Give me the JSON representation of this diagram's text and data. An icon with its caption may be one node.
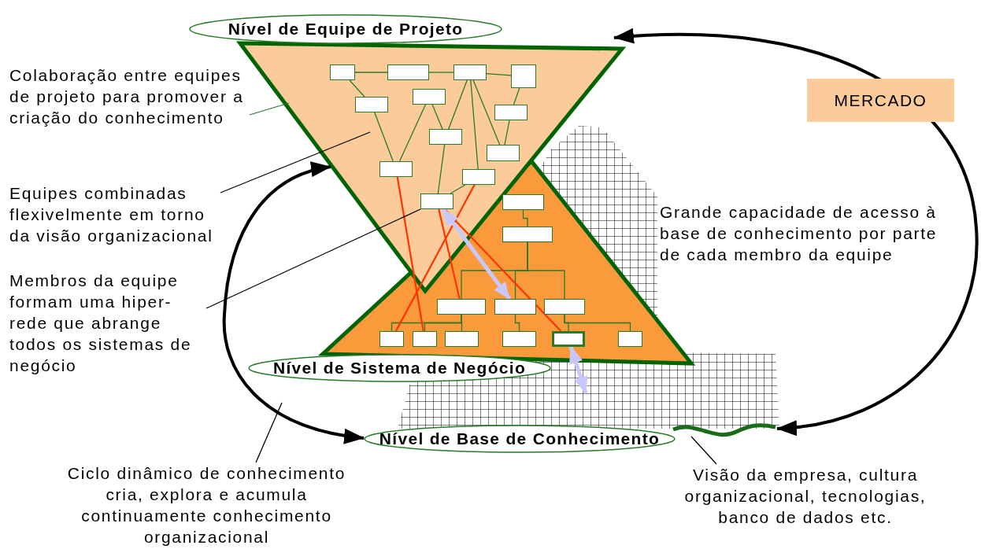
{
  "diagram": {
    "nodes": [
      {
        "text": [
          "Nível de Equipe de Projeto"
        ]
      },
      {
        "text": [
          "Colaboração entre equipes de projeto para promover a criação do conhecimento"
        ]
      },
      {
        "text": [
          "Equipes combinadas flexivelmente em torno da visão organizacional"
        ]
      },
      {
        "text": [
          "Membros da equipe formam uma hiper- rede que abrange todos os sistemas de negócio"
        ]
      },
      {
        "text": [],
        "shape": "box"
      },
      {
        "text": [],
        "shape": "box"
      },
      {
        "text": [],
        "shape": "box"
      },
      {
        "text": [],
        "shape": "box"
      },
      {
        "text": [],
        "shape": "box"
      },
      {
        "text": [],
        "shape": "box"
      },
      {
        "text": [],
        "shape": "box"
      },
      {
        "text": [],
        "shape": "box"
      },
      {
        "text": [],
        "shape": "box"
      },
      {
        "text": [],
        "shape": "box"
      },
      {
        "text": [],
        "shape": "box"
      },
      {
        "text": [],
        "shape": "box"
      },
      {
        "text": [
          "MERCADO"
        ]
      },
      {
        "text": [],
        "shape": "line"
      },
      {
        "text": [],
        "shape": "box"
      },
      {
        "text": [],
        "shape": "box"
      },
      {
        "text": [],
        "shape": "box"
      },
      {
        "text": [],
        "shape": "box"
      },
      {
        "text": [],
        "shape": "box"
      },
      {
        "text": [],
        "shape": "box"
      },
      {
        "text": [],
        "shape": "box"
      },
      {
        "text": [],
        "shape": "box"
      },
      {
        "text": [],
        "shape": "box"
      },
      {
        "text": [],
        "shape": "box"
      },
      {
        "text": [],
        "shape": "box"
      },
      {
        "text": [
          "Nível de Sistema de Negócio"
        ]
      },
      {
        "text": [
          "Nível de Base de Conhecimento"
        ]
      },
      {
        "text": [
          "Ciclo dinâmico de conhecimento cria, explora e acumula continuamente conhecimento organizacional"
        ]
      },
      {
        "text": [
          "Visão da empresa, cultura organizacional, tecnologias, banco de dados etc."
        ]
      }
    ],
    "edges": [
      {
        "from": 4,
        "to": 5,
        "arrow": "none"
      },
      {
        "from": 5,
        "to": 6,
        "arrow": "none"
      },
      {
        "from": 6,
        "to": 7,
        "arrow": "none"
      },
      {
        "from": 4,
        "to": 8,
        "arrow": "none"
      },
      {
        "from": 8,
        "to": 13,
        "arrow": "none"
      },
      {
        "from": 13,
        "to": 9,
        "arrow": "none"
      },
      {
        "from": 9,
        "to": 11,
        "arrow": "none"
      },
      {
        "from": 6,
        "to": 11,
        "arrow": "none"
      },
      {
        "from": 6,
        "to": 14,
        "arrow": "none"
      },
      {
        "from": 6,
        "to": 12,
        "arrow": "none"
      },
      {
        "from": 7,
        "to": 10,
        "arrow": "none"
      },
      {
        "from": 10,
        "to": 12,
        "arrow": "none"
      },
      {
        "from": 11,
        "to": 15,
        "arrow": "none"
      },
      {
        "from": 14,
        "to": 15,
        "arrow": "none"
      },
      {
        "from": 18,
        "to": 19,
        "arrow": "none"
      },
      {
        "from": 19,
        "to": 20,
        "arrow": "none"
      },
      {
        "from": 19,
        "to": 21,
        "arrow": "none"
      },
      {
        "from": 19,
        "to": 22,
        "arrow": "none"
      },
      {
        "from": 20,
        "to": 23,
        "arrow": "none"
      },
      {
        "from": 20,
        "to": 24,
        "arrow": "none"
      },
      {
        "from": 20,
        "to": 25,
        "arrow": "none"
      },
      {
        "from": 21,
        "to": 26,
        "arrow": "none"
      },
      {
        "from": 22,
        "to": 27,
        "arrow": "none"
      },
      {
        "from": 22,
        "to": 28,
        "arrow": "none"
      },
      {
        "from": 13,
        "to": 24,
        "arrow": "none",
        "color": "#ff3300"
      },
      {
        "from": 14,
        "to": 23,
        "arrow": "none",
        "color": "#ff3300"
      },
      {
        "from": 15,
        "to": 20,
        "arrow": "none",
        "color": "#ff3300"
      },
      {
        "from": 15,
        "to": 27,
        "arrow": "none",
        "color": "#ff3300"
      },
      {
        "from": 15,
        "to": 21,
        "arrow": "both",
        "style": "thick",
        "color": "#c8c8ff"
      },
      {
        "from": 27,
        "to": null,
        "arrow": "both",
        "style": "thick",
        "color": "#c8c8ff"
      },
      {
        "from": 17,
        "to": null,
        "arrow": "both",
        "style": "thick",
        "color": "#000000"
      },
      {
        "from": 30,
        "to": null,
        "arrow": "both",
        "style": "thick",
        "color": "#000000"
      },
      {
        "from": 1,
        "to": null,
        "arrow": "none"
      },
      {
        "from": 2,
        "to": null,
        "arrow": "none",
        "color": "#000000"
      },
      {
        "from": 3,
        "to": 15,
        "arrow": "none",
        "color": "#000000"
      },
      {
        "from": 31,
        "to": null,
        "arrow": "none",
        "color": "#000000"
      },
      {
        "from": 32,
        "to": 17,
        "arrow": "none",
        "color": "#000000"
      }
    ],
    "labels": [
      "Grande capacidade de acesso à base de conhecimento por parte de cada membro da equipe"
    ]
  }
}
